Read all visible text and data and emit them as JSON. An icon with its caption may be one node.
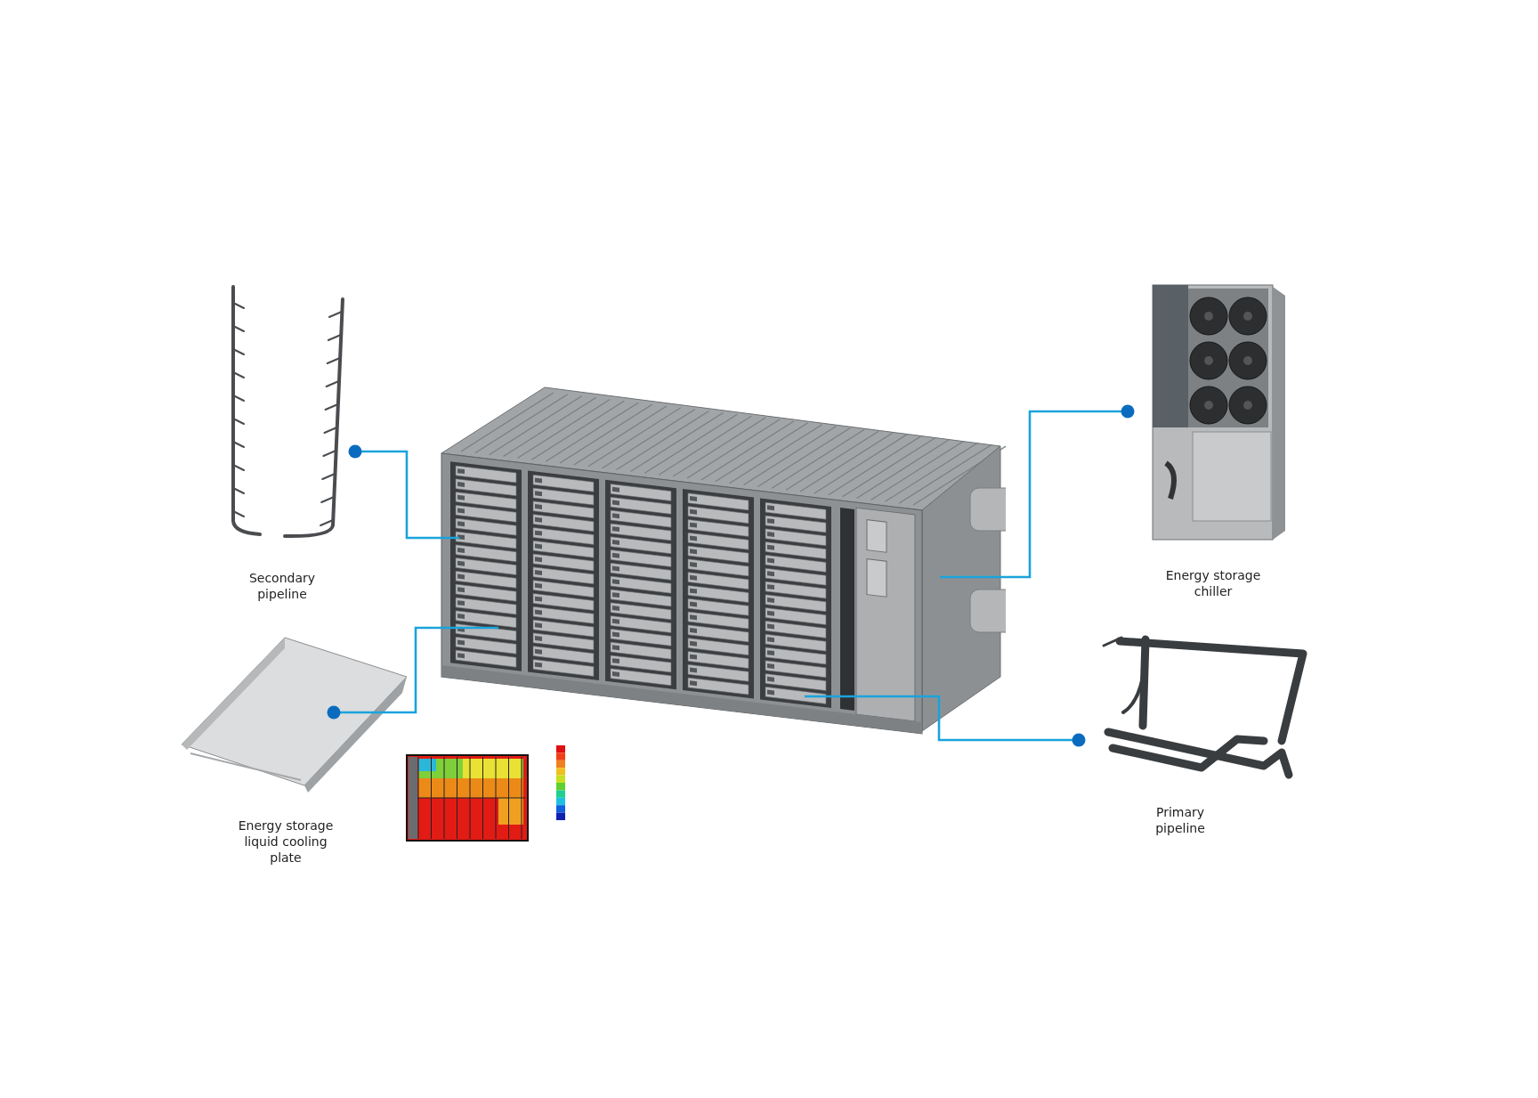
{
  "diagram": {
    "nodes": [
      {
        "text": [],
        "shape": "picture"
      },
      {
        "text": [
          "Secondary pipeline"
        ]
      },
      {
        "text": [
          "Energy storage liquid cooling plate"
        ]
      },
      {
        "text": [
          "Energy storage chiller"
        ]
      },
      {
        "text": [
          "Primary pipeline"
        ]
      }
    ],
    "edges": [
      {
        "from": 1,
        "to": 0,
        "arrow": "other"
      },
      {
        "from": 2,
        "to": 0,
        "arrow": "other"
      },
      {
        "from": 3,
        "to": 0,
        "arrow": "other"
      },
      {
        "from": 4,
        "to": 0,
        "arrow": "other"
      }
    ]
  }
}
